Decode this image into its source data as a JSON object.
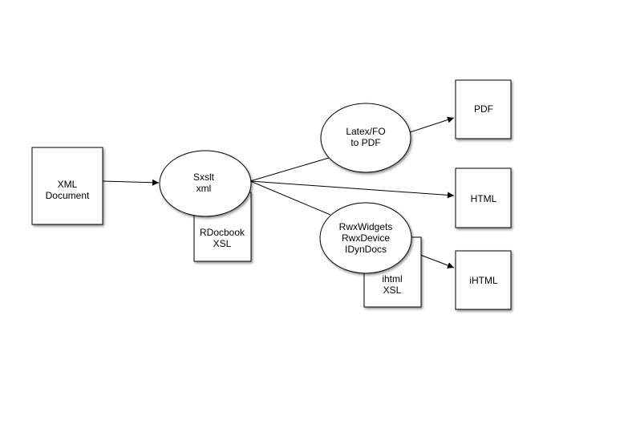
{
  "nodes": {
    "xml_document": {
      "lines": [
        "XML",
        "Document"
      ]
    },
    "sxslt": {
      "lines": [
        "Sxslt",
        "xml"
      ]
    },
    "rdocbook": {
      "lines": [
        "RDocbook",
        "XSL"
      ]
    },
    "latex_fo": {
      "lines": [
        "Latex/FO",
        "to PDF"
      ]
    },
    "rwx": {
      "lines": [
        "RwxWidgets",
        "RwxDevice",
        "IDynDocs"
      ]
    },
    "ihtml_xsl": {
      "lines": [
        "ihtml",
        "XSL"
      ]
    },
    "pdf": {
      "lines": [
        "PDF"
      ]
    },
    "html": {
      "lines": [
        "HTML"
      ]
    },
    "ihtml": {
      "lines": [
        "iHTML"
      ]
    }
  },
  "colors": {
    "stroke": "#000000",
    "fill": "#ffffff",
    "text": "#000000"
  }
}
